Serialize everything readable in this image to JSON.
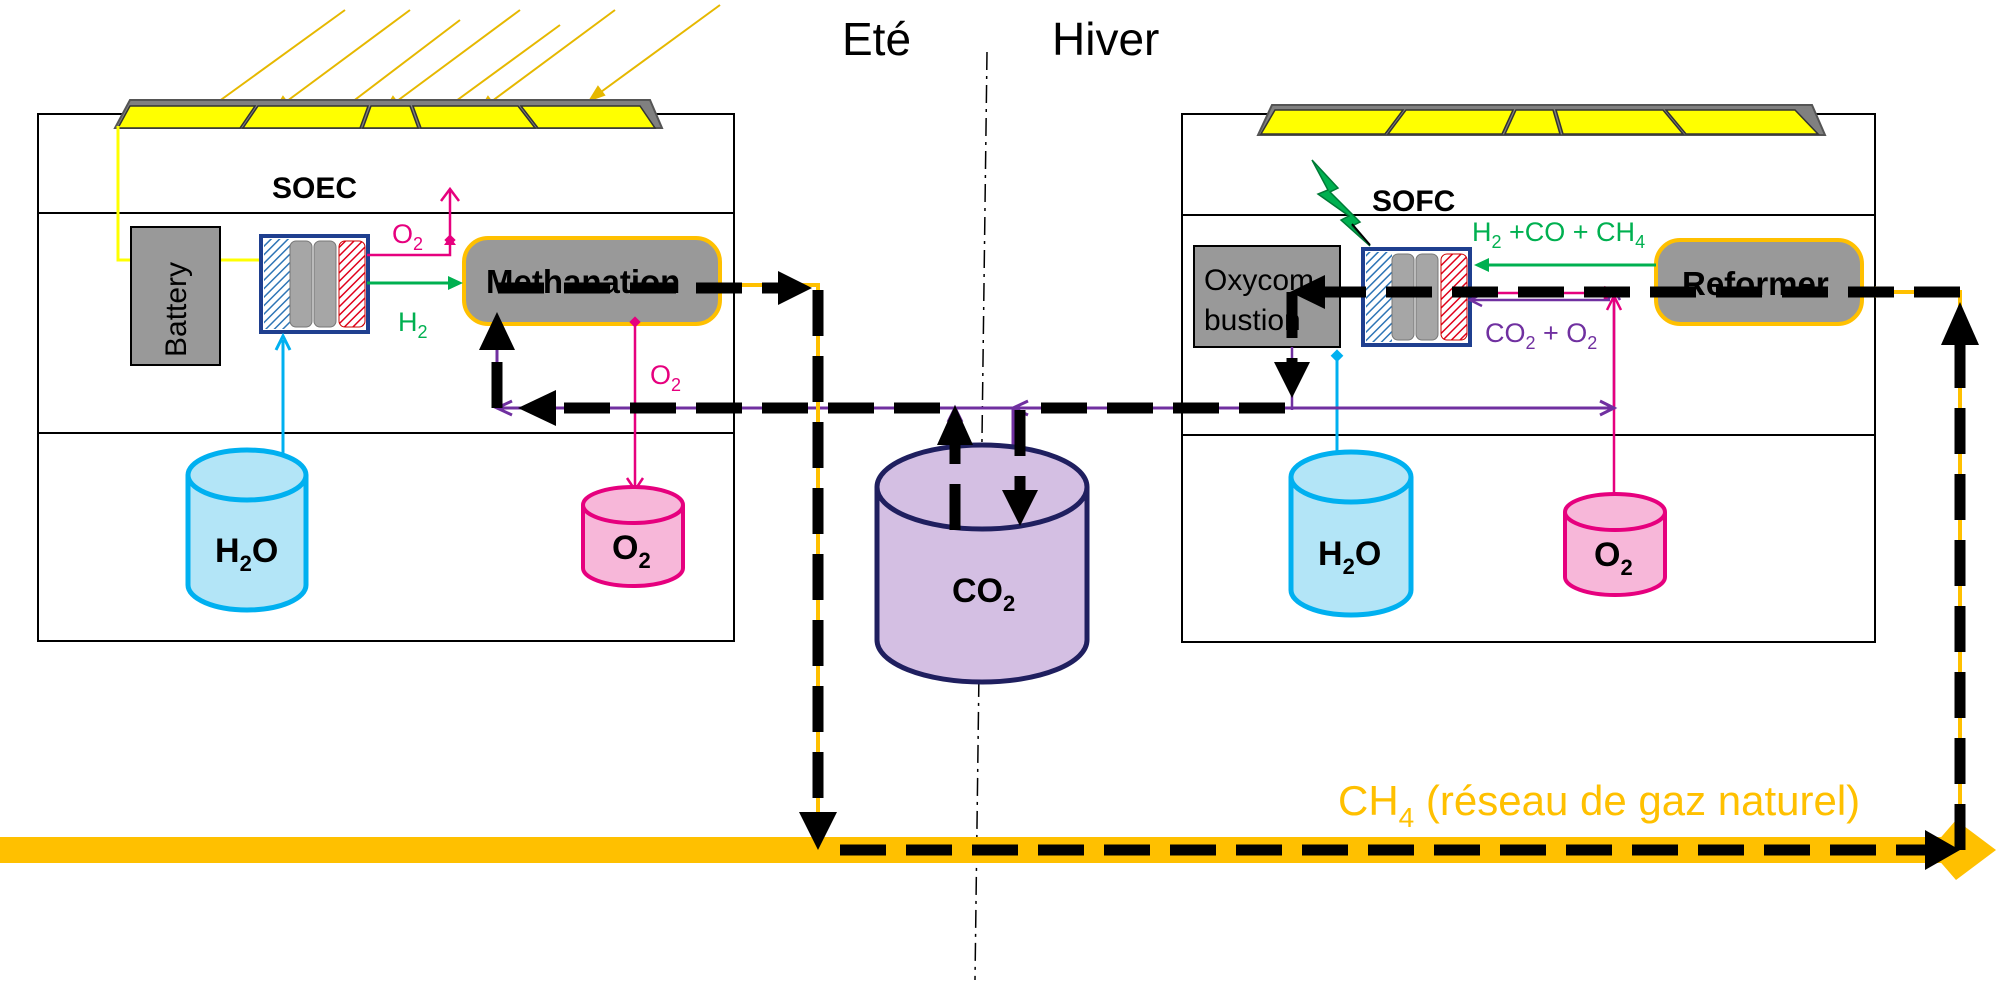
{
  "seasons": {
    "summer": "Eté",
    "winter": "Hiver"
  },
  "left_system": {
    "title": "SOEC",
    "battery_label": "Battery",
    "methanation_label": "Methanation",
    "flow_o2_top": {
      "main": "O",
      "sub": "2"
    },
    "flow_h2": {
      "main": "H",
      "sub": "2"
    },
    "flow_o2_down": {
      "main": "O",
      "sub": "2"
    },
    "tank_water": {
      "main": "H",
      "sub": "2",
      "tail": "O"
    },
    "tank_oxygen": {
      "main": "O",
      "sub": "2"
    }
  },
  "right_system": {
    "title": "SOFC",
    "oxycombustion_line1": "Oxycom",
    "oxycombustion_line2": "bustion",
    "reformer_label": "Reformer",
    "flow_fuel": {
      "a": "H",
      "a_sub": "2",
      "b": " +CO + CH",
      "b_sub": "4"
    },
    "flow_exhaust": {
      "a": "CO",
      "a_sub": "2",
      "b": " + O",
      "b_sub": "2"
    },
    "tank_water": {
      "main": "H",
      "sub": "2",
      "tail": "O"
    },
    "tank_oxygen": {
      "main": "O",
      "sub": "2"
    }
  },
  "co2_storage": {
    "main": "CO",
    "sub": "2"
  },
  "gas_network": {
    "main": "CH",
    "sub": "4",
    "tail": " (réseau de gaz naturel)"
  },
  "colors": {
    "solar_panel": "#ffff00",
    "panel_frame": "#808080",
    "sun_rays": "#e6b800",
    "electric_line": "#ffff00",
    "water": "#00b0f0",
    "water_fill": "#b3e5f7",
    "oxygen": "#e6007e",
    "oxygen_fill": "#f7b7d9",
    "hydrogen": "#00b050",
    "co2_line": "#7030a0",
    "co2_tank_fill": "#d4bfe3",
    "co2_tank_stroke": "#1f1f5f",
    "ch4": "#ffc000",
    "reactor_fill": "#999999",
    "cell_frame": "#1f3f8f",
    "lightning": "#00b050",
    "dashed_path": "#000000"
  },
  "icons": [
    "sun-rays",
    "solar-panel",
    "lightning-bolt",
    "electrolysis-cell",
    "fuel-cell",
    "storage-tank"
  ]
}
